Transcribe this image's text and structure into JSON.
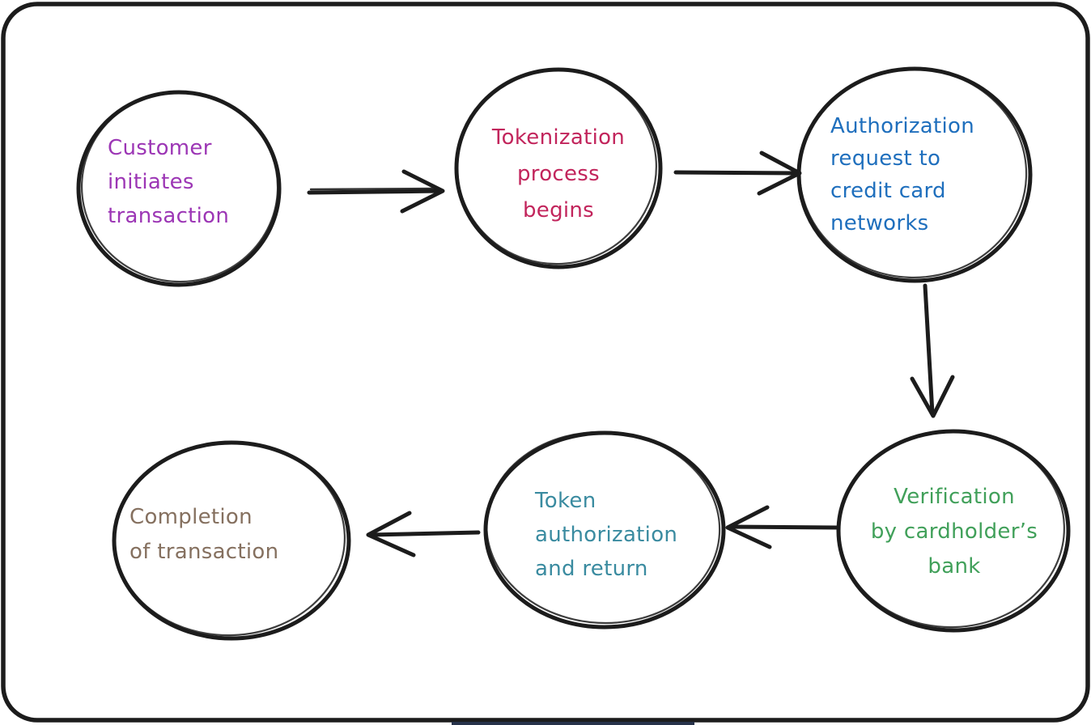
{
  "diagram": {
    "type": "flowchart",
    "style": "hand-drawn",
    "colors": {
      "ink": "#1c1c1c",
      "background": "#ffffff",
      "bottom_edge_line": "#27324a"
    },
    "nodes": [
      {
        "id": "customer-initiates-transaction",
        "label": "Customer initiates transaction",
        "lines": [
          "Customer",
          "initiates",
          "transaction"
        ],
        "color": "#9c36b5",
        "shape": "circle"
      },
      {
        "id": "tokenization-process-begins",
        "label": "Tokenization process begins",
        "lines": [
          "Tokenization",
          "process",
          "begins"
        ],
        "color": "#c2255c",
        "shape": "circle"
      },
      {
        "id": "authorization-request-networks",
        "label": "Authorization request to credit card networks",
        "lines": [
          "Authorization",
          "request to",
          "credit card",
          "networks"
        ],
        "color": "#1f6fbd",
        "shape": "circle"
      },
      {
        "id": "verification-cardholders-bank",
        "label": "Verification by cardholder’s bank",
        "lines": [
          "Verification",
          "by cardholder’s",
          "bank"
        ],
        "color": "#41a05a",
        "shape": "circle"
      },
      {
        "id": "token-authorization-return",
        "label": "Token authorization and return",
        "lines": [
          "Token",
          "authorization",
          "and return"
        ],
        "color": "#3a8ba0",
        "shape": "circle"
      },
      {
        "id": "completion-of-transaction",
        "label": "Completion of transaction",
        "lines": [
          "Completion",
          "of transaction"
        ],
        "color": "#85705f",
        "shape": "circle"
      }
    ],
    "arrows": [
      {
        "id": "arrow-1",
        "from": "customer-initiates-transaction",
        "to": "tokenization-process-begins",
        "direction": "right"
      },
      {
        "id": "arrow-2",
        "from": "tokenization-process-begins",
        "to": "authorization-request-networks",
        "direction": "right"
      },
      {
        "id": "arrow-3",
        "from": "authorization-request-networks",
        "to": "verification-cardholders-bank",
        "direction": "down"
      },
      {
        "id": "arrow-4",
        "from": "verification-cardholders-bank",
        "to": "token-authorization-return",
        "direction": "left"
      },
      {
        "id": "arrow-5",
        "from": "token-authorization-return",
        "to": "completion-of-transaction",
        "direction": "left"
      }
    ]
  }
}
